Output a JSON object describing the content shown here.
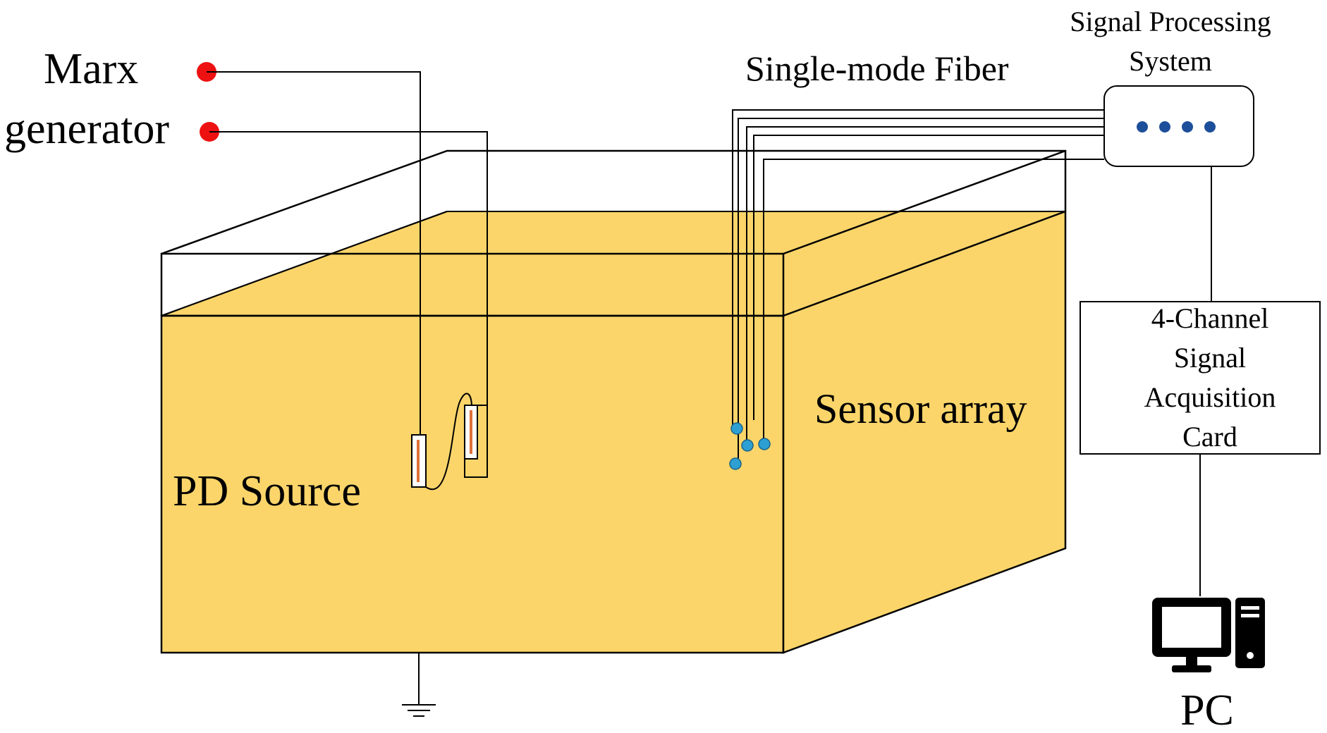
{
  "labels": {
    "marx_line1": "Marx",
    "marx_line2": "generator",
    "fiber": "Single-mode Fiber",
    "sps_line1": "Signal Processing",
    "sps_line2": "System",
    "sensor_array": "Sensor array",
    "pd_source": "PD Source",
    "card_line1": "4-Channel",
    "card_line2": "Signal",
    "card_line3": "Acquisition",
    "card_line4": "Card",
    "pc": "PC"
  },
  "colors": {
    "tank_fill": "#FBD56A",
    "terminal": "#EE1111",
    "sensor": "#2E9FD2",
    "sps_dots": "#1D4E9A",
    "electrode_inner": "#E0703A"
  },
  "icons": [
    "terminal-dot-icon",
    "ground-symbol-icon",
    "electrode-icon",
    "sensor-dot-icon",
    "pc-icon"
  ]
}
